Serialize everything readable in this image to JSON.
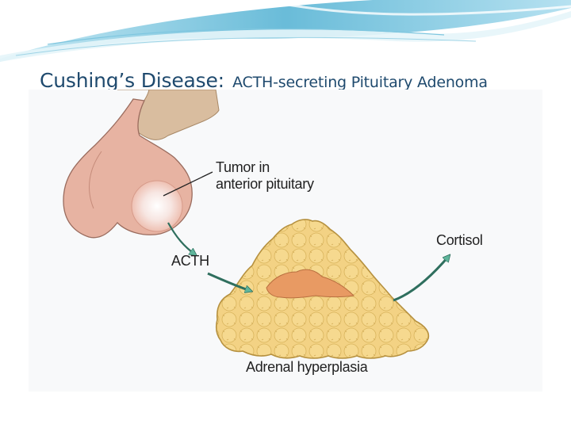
{
  "slide": {
    "title_main": "Cushing’s Disease:",
    "title_sub": "ACTH-secreting Pituitary Adenoma"
  },
  "diagram": {
    "tumor_label_line1": "Tumor in",
    "tumor_label_line2": "anterior pituitary",
    "acth_label": "ACTH",
    "cortisol_label": "Cortisol",
    "adrenal_label": "Adrenal hyperplasia"
  },
  "colors": {
    "title": "#1f4a6e",
    "swoosh": "#5bb6d4",
    "pituitary": "#e9b3a3",
    "tumor": "#f7e6e2",
    "stalk": "#d7b99b",
    "adrenal": "#f2cf78",
    "adrenal_medulla": "#e89a63",
    "arrow": "#5fb59b"
  }
}
